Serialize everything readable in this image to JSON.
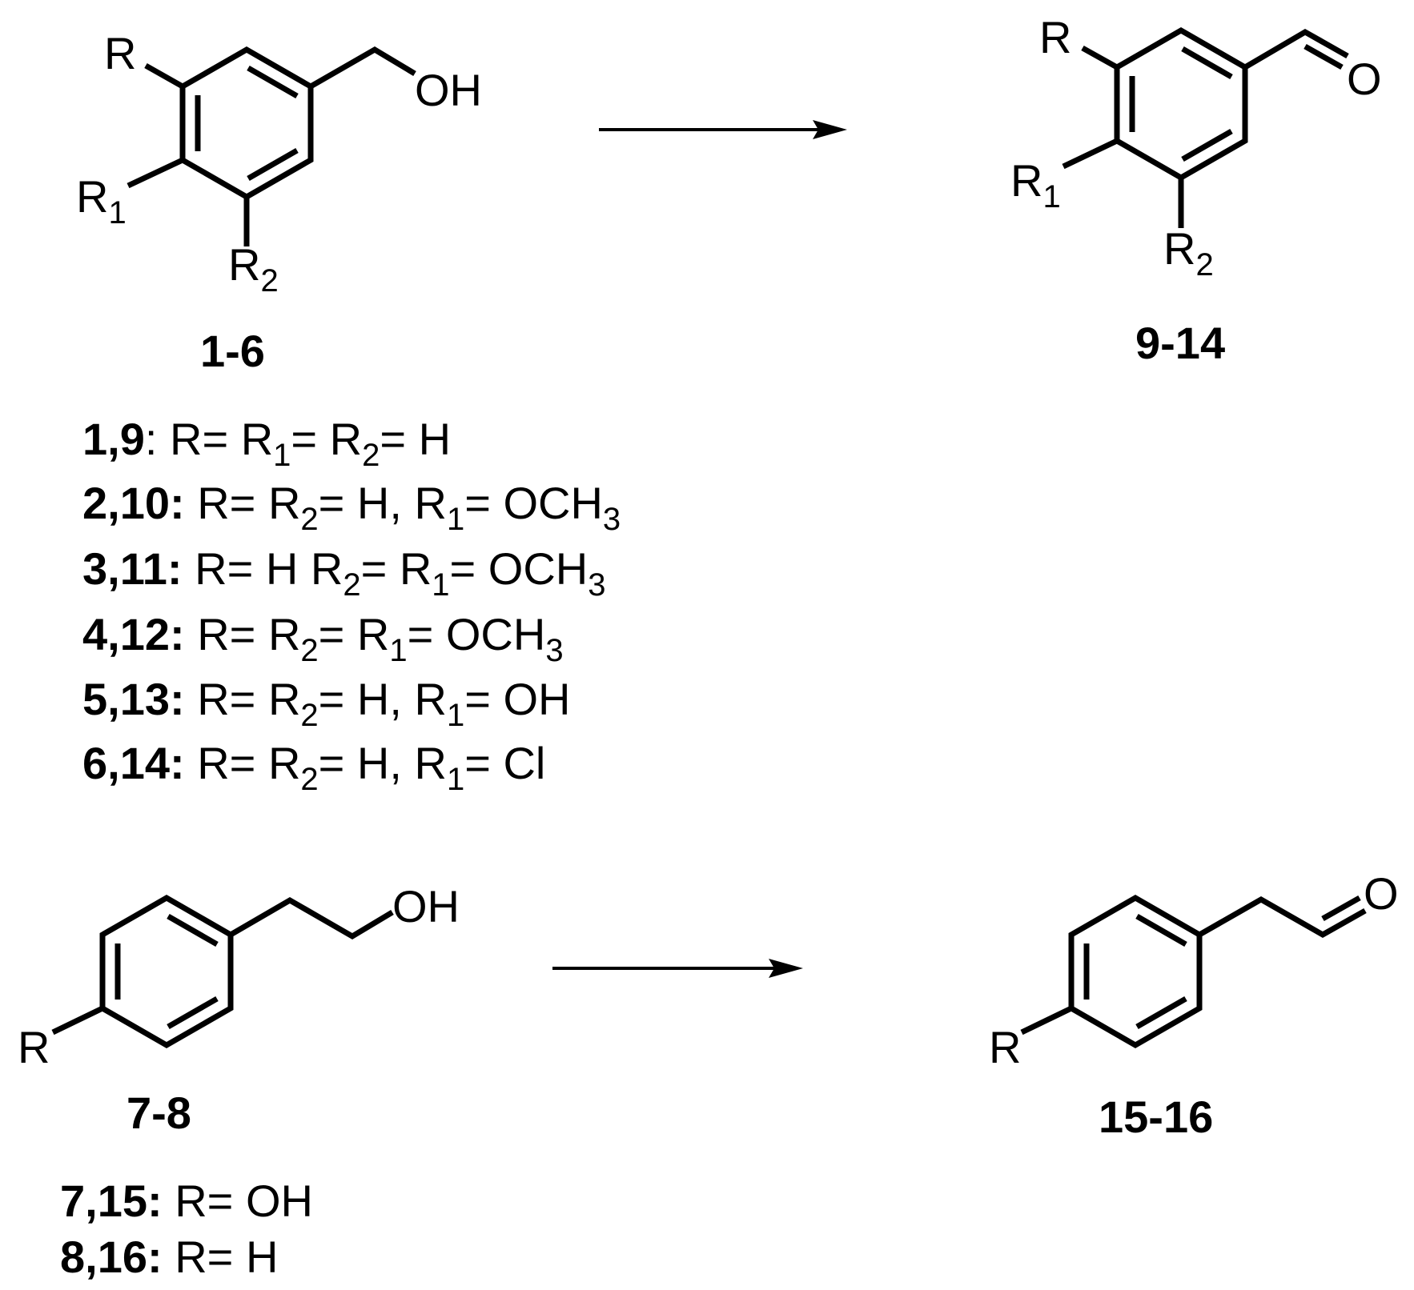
{
  "atoms": {
    "r": "R",
    "r1": "R",
    "r2": "R",
    "sub_1": "1",
    "sub_2": "2",
    "sub_3": "3",
    "oh": "OH",
    "o": "O",
    "h": "H",
    "och": "OCH",
    "cl": "Cl",
    "eq": "=",
    "comma": ","
  },
  "compounds": {
    "alcohols_1_6": "1-6",
    "aldehydes_9_14": "9-14",
    "alcohols_7_8": "7-8",
    "aldehydes_15_16": "15-16"
  },
  "legend_top": [
    {
      "ids": "1,9",
      "colon": ":"
    },
    {
      "ids": "2,10",
      "colon": ":"
    },
    {
      "ids": "3,11",
      "colon": ":"
    },
    {
      "ids": "4,12",
      "colon": ":"
    },
    {
      "ids": "5,13",
      "colon": ":"
    },
    {
      "ids": "6,14",
      "colon": ":"
    }
  ],
  "legend_bottom": [
    {
      "ids": "7,15",
      "colon": ":"
    },
    {
      "ids": "8,16",
      "colon": ":"
    }
  ]
}
